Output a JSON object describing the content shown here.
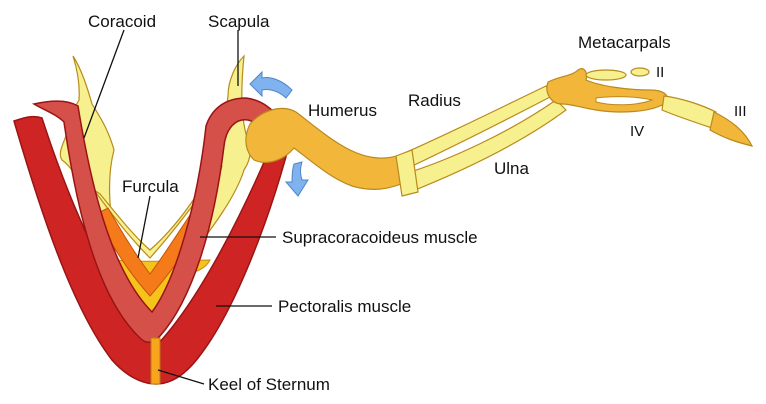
{
  "colors": {
    "pectoralis": "#cf2424",
    "pectoralis_edge": "#9a1414",
    "supracoracoideus": "#d6504a",
    "bone_light": "#f7f08e",
    "bone_dark": "#f2b73a",
    "furcula_orange": "#f57a1a",
    "furcula_amber": "#f6a51c",
    "arrow_blue": "#7fb2ee"
  },
  "labels": {
    "coracoid": "Coracoid",
    "scapula": "Scapula",
    "furcula": "Furcula",
    "humerus": "Humerus",
    "radius": "Radius",
    "ulna": "Ulna",
    "metacarpals": "Metacarpals",
    "digit_ii": "II",
    "digit_iii": "III",
    "digit_iv": "IV",
    "supracoracoideus": "Supracoracoideus muscle",
    "pectoralis": "Pectoralis muscle",
    "keel": "Keel of Sternum"
  }
}
